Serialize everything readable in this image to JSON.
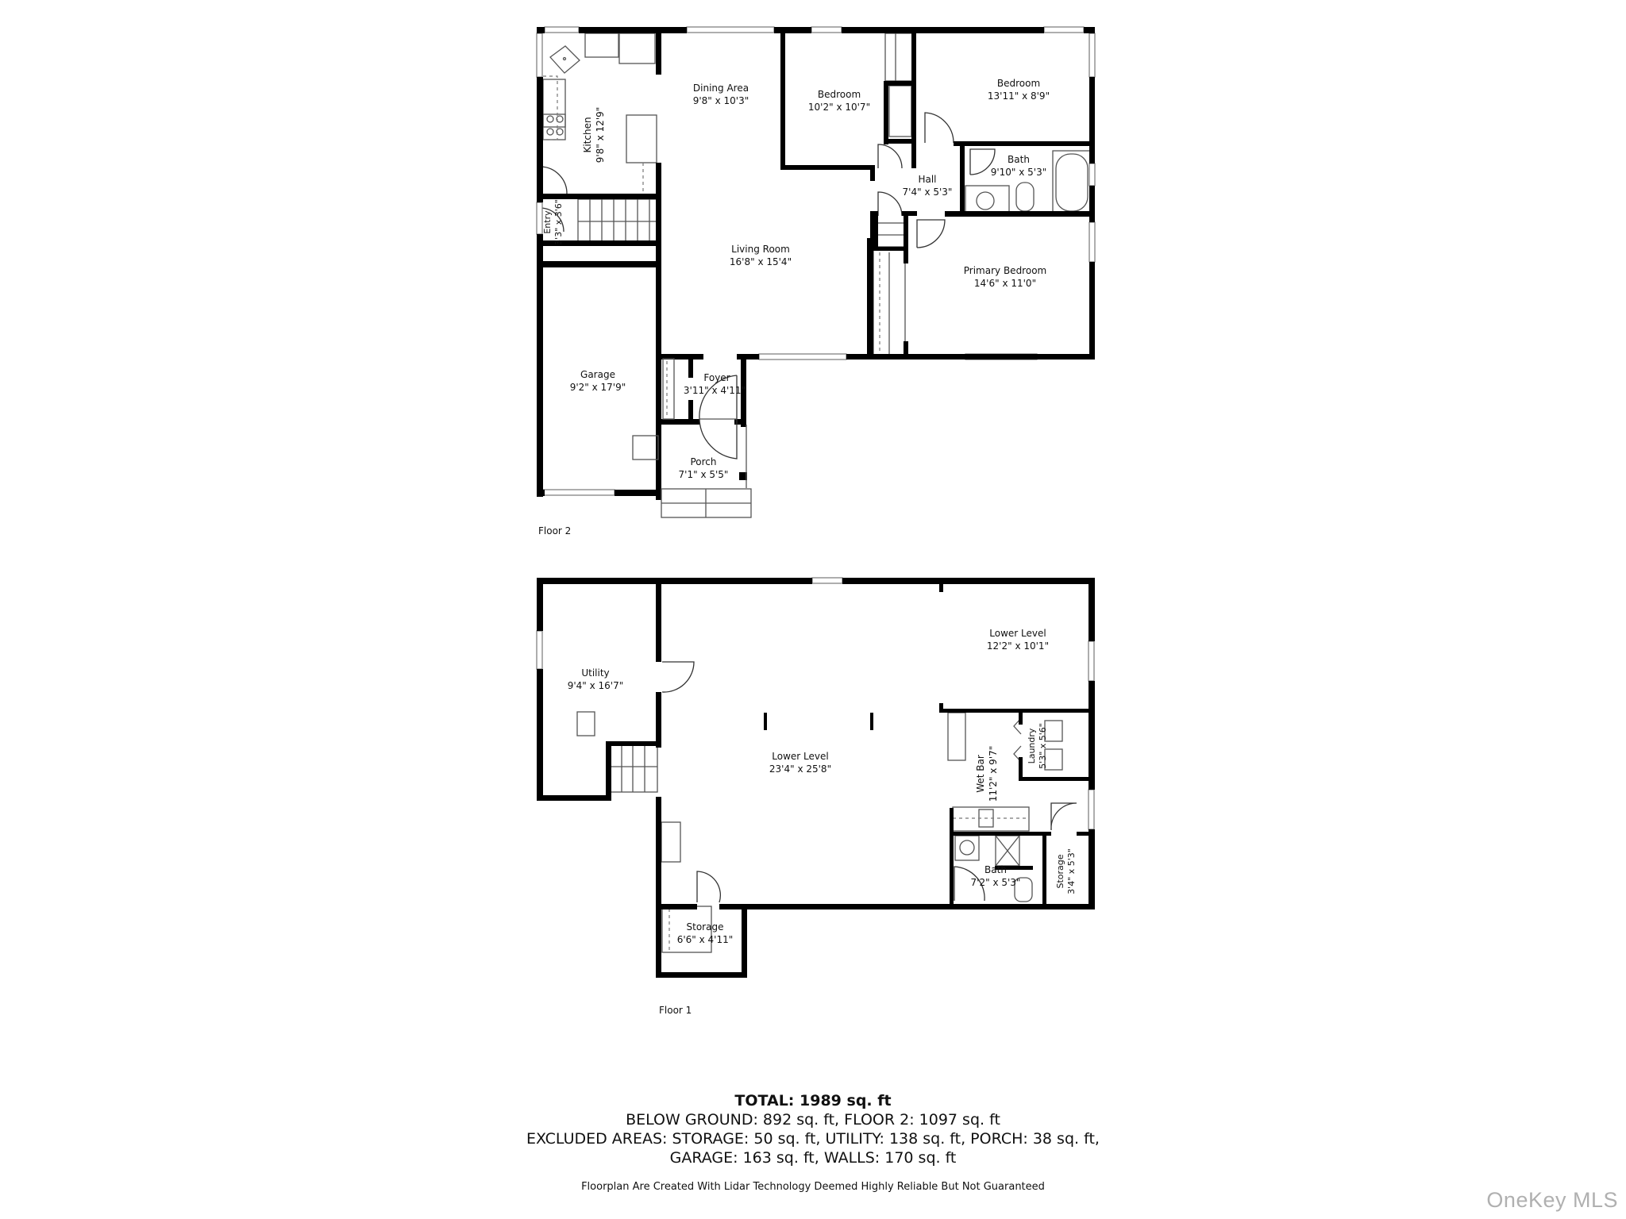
{
  "floors": [
    {
      "label": "Floor 2",
      "rooms": [
        {
          "name": "Kitchen",
          "dims": "9'8\" x 12'9\""
        },
        {
          "name": "Dining Area",
          "dims": "9'8\" x 10'3\""
        },
        {
          "name": "Bedroom",
          "dims": "10'2\" x 10'7\""
        },
        {
          "name": "Bedroom",
          "dims": "13'11\" x 8'9\""
        },
        {
          "name": "Bath",
          "dims": "9'10\" x 5'3\""
        },
        {
          "name": "Hall",
          "dims": "7'4\" x 5'3\""
        },
        {
          "name": "Entry",
          "dims": "3'3\" x 3'6\""
        },
        {
          "name": "Living Room",
          "dims": "16'8\" x 15'4\""
        },
        {
          "name": "Primary Bedroom",
          "dims": "14'6\" x 11'0\""
        },
        {
          "name": "Garage",
          "dims": "9'2\" x 17'9\""
        },
        {
          "name": "Foyer",
          "dims": "3'11\" x 4'11\""
        },
        {
          "name": "Porch",
          "dims": "7'1\" x 5'5\""
        }
      ]
    },
    {
      "label": "Floor 1",
      "rooms": [
        {
          "name": "Utility",
          "dims": "9'4\" x 16'7\""
        },
        {
          "name": "Lower Level",
          "dims": "23'4\" x 25'8\""
        },
        {
          "name": "Lower Level",
          "dims": "12'2\" x 10'1\""
        },
        {
          "name": "Wet Bar",
          "dims": "11'2\" x 9'7\""
        },
        {
          "name": "Laundry",
          "dims": "5'3\" x 5'6\""
        },
        {
          "name": "Bath",
          "dims": "7'2\" x 5'3\""
        },
        {
          "name": "Storage",
          "dims": "3'4\" x 5'3\""
        },
        {
          "name": "Storage",
          "dims": "6'6\" x 4'11\""
        }
      ]
    }
  ],
  "summary": {
    "total": "TOTAL: 1989 sq. ft",
    "line1": "BELOW GROUND: 892 sq. ft, FLOOR 2: 1097 sq. ft",
    "line2": "EXCLUDED AREAS: STORAGE: 50 sq. ft, UTILITY: 138 sq. ft, PORCH: 38 sq. ft,",
    "line3": "GARAGE: 163 sq. ft, WALLS: 170 sq. ft",
    "disclaimer": "Floorplan Are Created With Lidar Technology Deemed Highly Reliable But Not Guaranteed"
  },
  "watermark": "OneKey MLS"
}
